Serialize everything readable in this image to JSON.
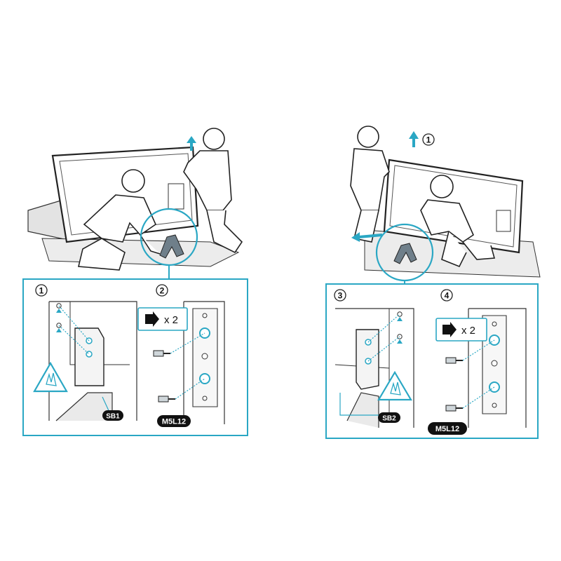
{
  "colors": {
    "accent": "#2aa7c4",
    "line": "#333333",
    "gray": "#d9d9d9",
    "badge": "#111111"
  },
  "left": {
    "lift_arrow_icon": "arrow-up-icon",
    "panel1": {
      "step": "1",
      "label": "SB1"
    },
    "panel2": {
      "step": "2",
      "screw_count": "x 2",
      "screw_label": "M5L12"
    }
  },
  "right": {
    "lift_step": "1",
    "panel3": {
      "step": "3",
      "label": "SB2"
    },
    "panel4": {
      "step": "4",
      "screw_count": "x 2",
      "screw_label": "M5L12"
    }
  }
}
